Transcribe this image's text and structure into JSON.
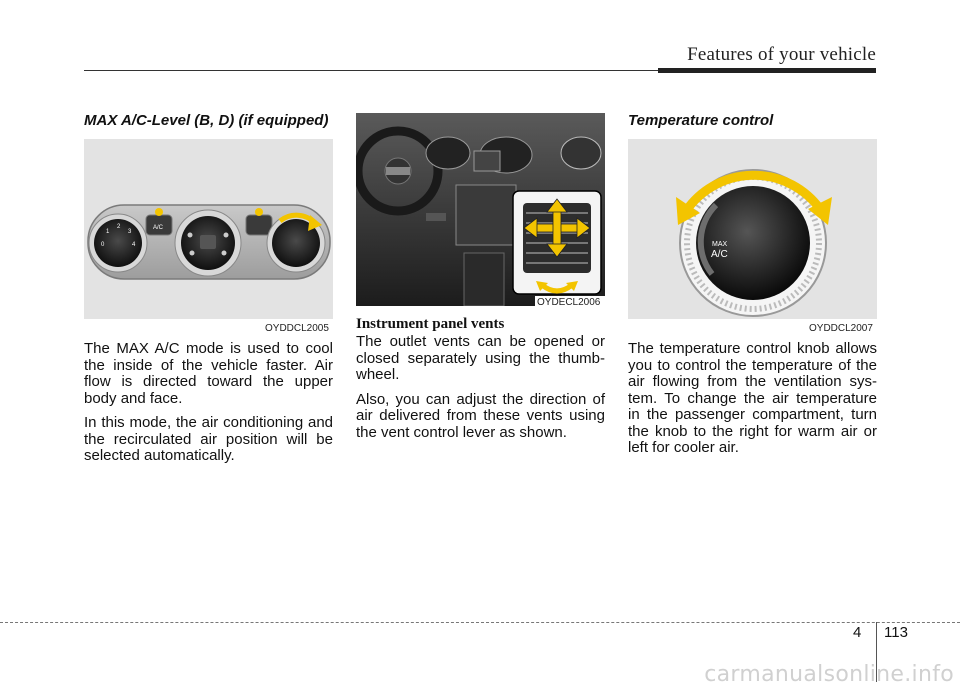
{
  "header": {
    "title": "Features of your vehicle"
  },
  "col1": {
    "heading": "MAX A/C-Level (B, D) (if equipped)",
    "figure_code": "OYDDCL2005",
    "paragraphs": [
      "The MAX A/C mode is used to cool the inside of the vehicle faster. Air flow is directed toward the upper body and face.",
      "In this mode, the air conditioning and the recirculated air position will be selected automatically."
    ],
    "panel_labels": {
      "ac": "A/C",
      "dial_numbers": [
        "0",
        "1",
        "2",
        "3",
        "4"
      ]
    }
  },
  "col2": {
    "figure_code": "OYDECL2006",
    "heading": "Instrument panel vents",
    "paragraphs": [
      "The outlet vents can be opened or closed separately using the thumb-wheel.",
      "Also, you can adjust the direction of air delivered from these vents using the vent control lever as shown."
    ]
  },
  "col3": {
    "heading": "Temperature control",
    "figure_code": "OYDDCL2007",
    "knob_label_line1": "MAX",
    "knob_label_line2": "A/C",
    "paragraph": "The temperature control knob allows you to control the temperature of the air flowing from the ventilation sys-tem. To change the air temperature in the passenger compartment, turn the knob to the right for warm air or left for cooler air."
  },
  "footer": {
    "chapter": "4",
    "page": "113",
    "watermark": "carmanualsonline.info"
  },
  "colors": {
    "arrow_yellow": "#f3c400",
    "background_gray": "#e3e3e3"
  }
}
